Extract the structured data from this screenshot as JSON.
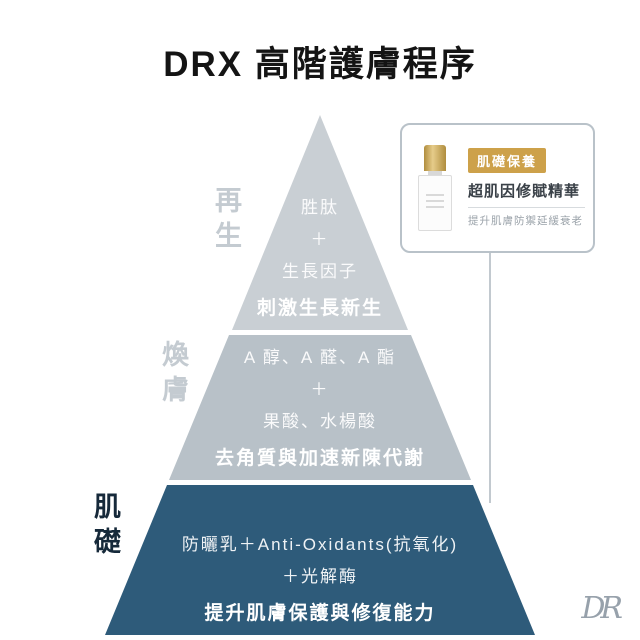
{
  "title": "DRX 高階護膚程序",
  "pyramid": {
    "tier1": {
      "side_label": "再生",
      "line1": "胜肽",
      "line2": "＋",
      "line3": "生長因子",
      "bold": "刺激生長新生",
      "color": "#c9cfd4"
    },
    "tier2": {
      "side_label": "煥膚",
      "line1": "A 醇、A 醛、A 酯",
      "line2": "＋",
      "line3": "果酸、水楊酸",
      "bold": "去角質與加速新陳代謝",
      "color": "#b8c1c8"
    },
    "tier3": {
      "side_label": "肌礎",
      "line1": "防曬乳＋Anti-Oxidants(抗氧化)",
      "line2": "＋光解酶",
      "bold": "提升肌膚保護與修復能力",
      "color": "#2e5b7a"
    }
  },
  "callout": {
    "badge": "肌礎保養",
    "badge_color": "#cda14a",
    "product_name": "超肌因修賦精華",
    "description": "提升肌膚防禦延緩衰老"
  },
  "logo": "DR"
}
